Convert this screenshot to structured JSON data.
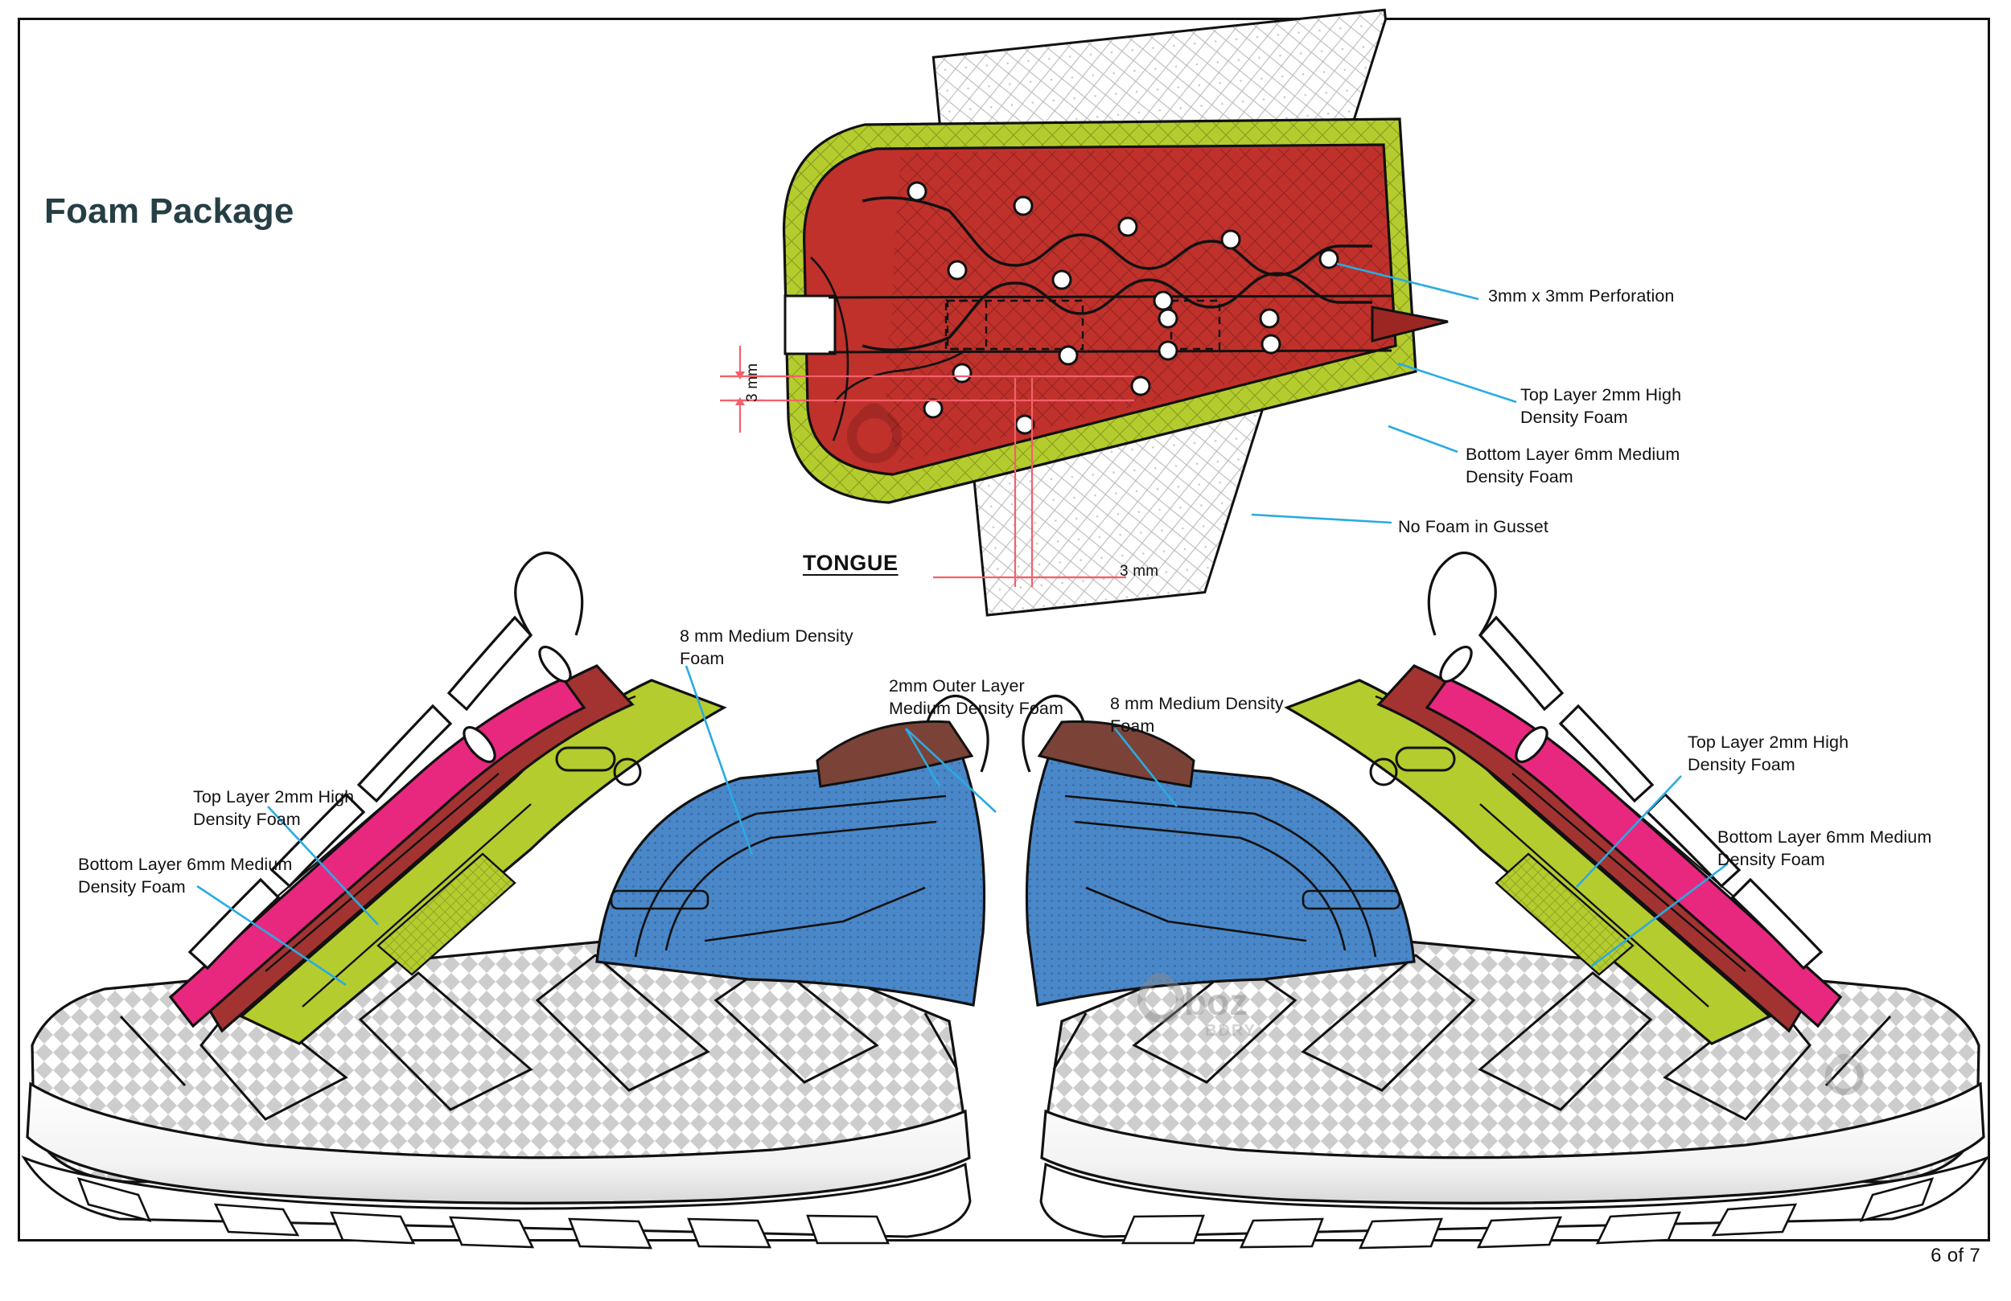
{
  "page": {
    "title": "Foam Package",
    "page_number": "6 of 7",
    "brand": "Oboz",
    "brand_sub": "BDRY"
  },
  "colors": {
    "title": "#253F44",
    "leader_line": "#29ABE2",
    "dimension_line": "#F4606A",
    "foam_red_top_layer": "#C0312B",
    "foam_lime_bottom_layer": "#B5CC2E",
    "foam_blue_medium": "#4A87C8",
    "foam_magenta_outer": "#E8287E",
    "foam_dark_red_collar": "#A33331",
    "foam_brown_collar": "#7B4238",
    "gusset_white": "#FFFFFF",
    "outsole_gray": "#C8C8C8",
    "page_border": "#111111"
  },
  "tongue_diagram": {
    "name": "TONGUE",
    "dimension_vertical": "3 mm",
    "dimension_horizontal": "3 mm",
    "annotations": [
      {
        "id": "perforation",
        "text": "3mm x 3mm Perforation"
      },
      {
        "id": "top-layer",
        "text": "Top Layer 2mm High\nDensity Foam"
      },
      {
        "id": "bottom-layer",
        "text": "Bottom Layer 6mm Medium\nDensity Foam"
      },
      {
        "id": "no-foam-gusset",
        "text": "No Foam in Gusset"
      }
    ],
    "perforation_count": 16
  },
  "shoe_left": {
    "annotations": [
      {
        "id": "top-layer",
        "text": "Top Layer 2mm High\nDensity Foam"
      },
      {
        "id": "bottom-layer",
        "text": "Bottom Layer 6mm Medium\nDensity Foam"
      },
      {
        "id": "medium-8mm",
        "text": "8 mm Medium Density\nFoam"
      }
    ]
  },
  "shoe_right": {
    "annotations": [
      {
        "id": "outer-2mm",
        "text": "2mm Outer Layer\nMedium Density Foam"
      },
      {
        "id": "medium-8mm",
        "text": "8 mm Medium Density\nFoam"
      },
      {
        "id": "top-layer",
        "text": "Top Layer 2mm High\nDensity Foam"
      },
      {
        "id": "bottom-layer",
        "text": "Bottom Layer 6mm Medium\nDensity Foam"
      }
    ]
  }
}
